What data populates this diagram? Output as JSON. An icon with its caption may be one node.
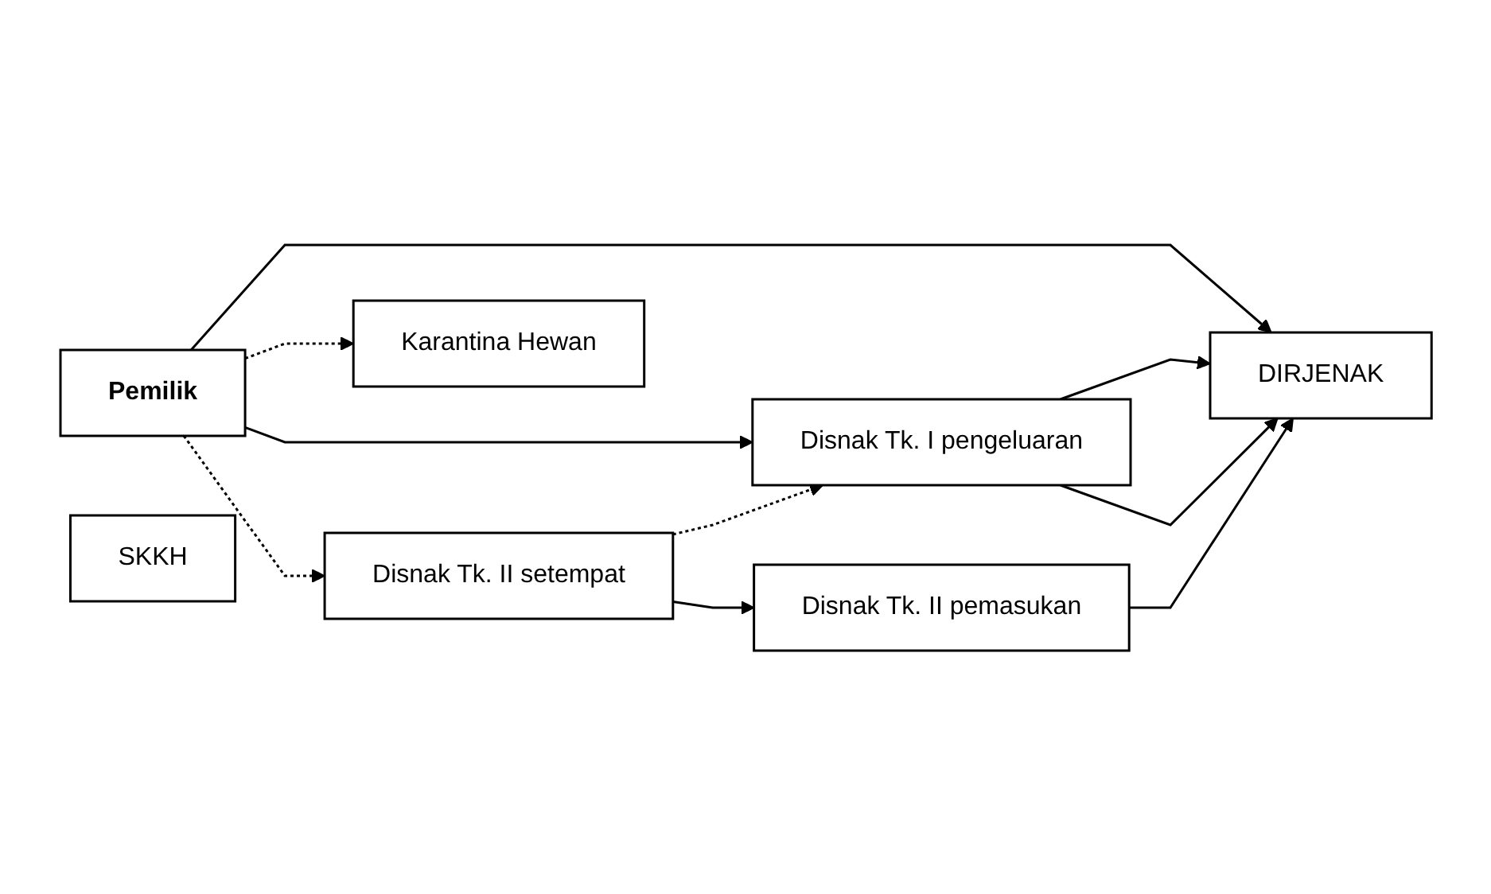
{
  "diagram": {
    "nodes": [
      {
        "text": [
          "Pemilik"
        ]
      },
      {
        "text": [
          "Disnak Tk. II setempat"
        ]
      },
      {
        "text": [
          "Disnak Tk. I pengeluaran"
        ]
      },
      {
        "text": [
          "DIRJENAK"
        ]
      },
      {
        "text": [
          "Disnak Tk. II pemasukan"
        ]
      },
      {
        "text": [
          "SKKH"
        ]
      },
      {
        "text": [
          "Karantina Hewan"
        ]
      }
    ],
    "edges": [
      {
        "from": 0,
        "to": 3,
        "arrow": "to"
      },
      {
        "from": 0,
        "to": 2,
        "arrow": "to"
      },
      {
        "from": 0,
        "to": 1,
        "arrow": "to",
        "style": "dashed"
      },
      {
        "from": 1,
        "to": 2,
        "arrow": "to",
        "style": "dashed"
      },
      {
        "from": 2,
        "to": 3,
        "arrow": "to"
      },
      {
        "from": 1,
        "to": 4,
        "arrow": "to"
      },
      {
        "from": 2,
        "to": 3,
        "arrow": "to"
      },
      {
        "from": 4,
        "to": 3,
        "arrow": "to"
      },
      {
        "from": 0,
        "to": 6,
        "arrow": "to",
        "style": "dashed"
      }
    ]
  }
}
